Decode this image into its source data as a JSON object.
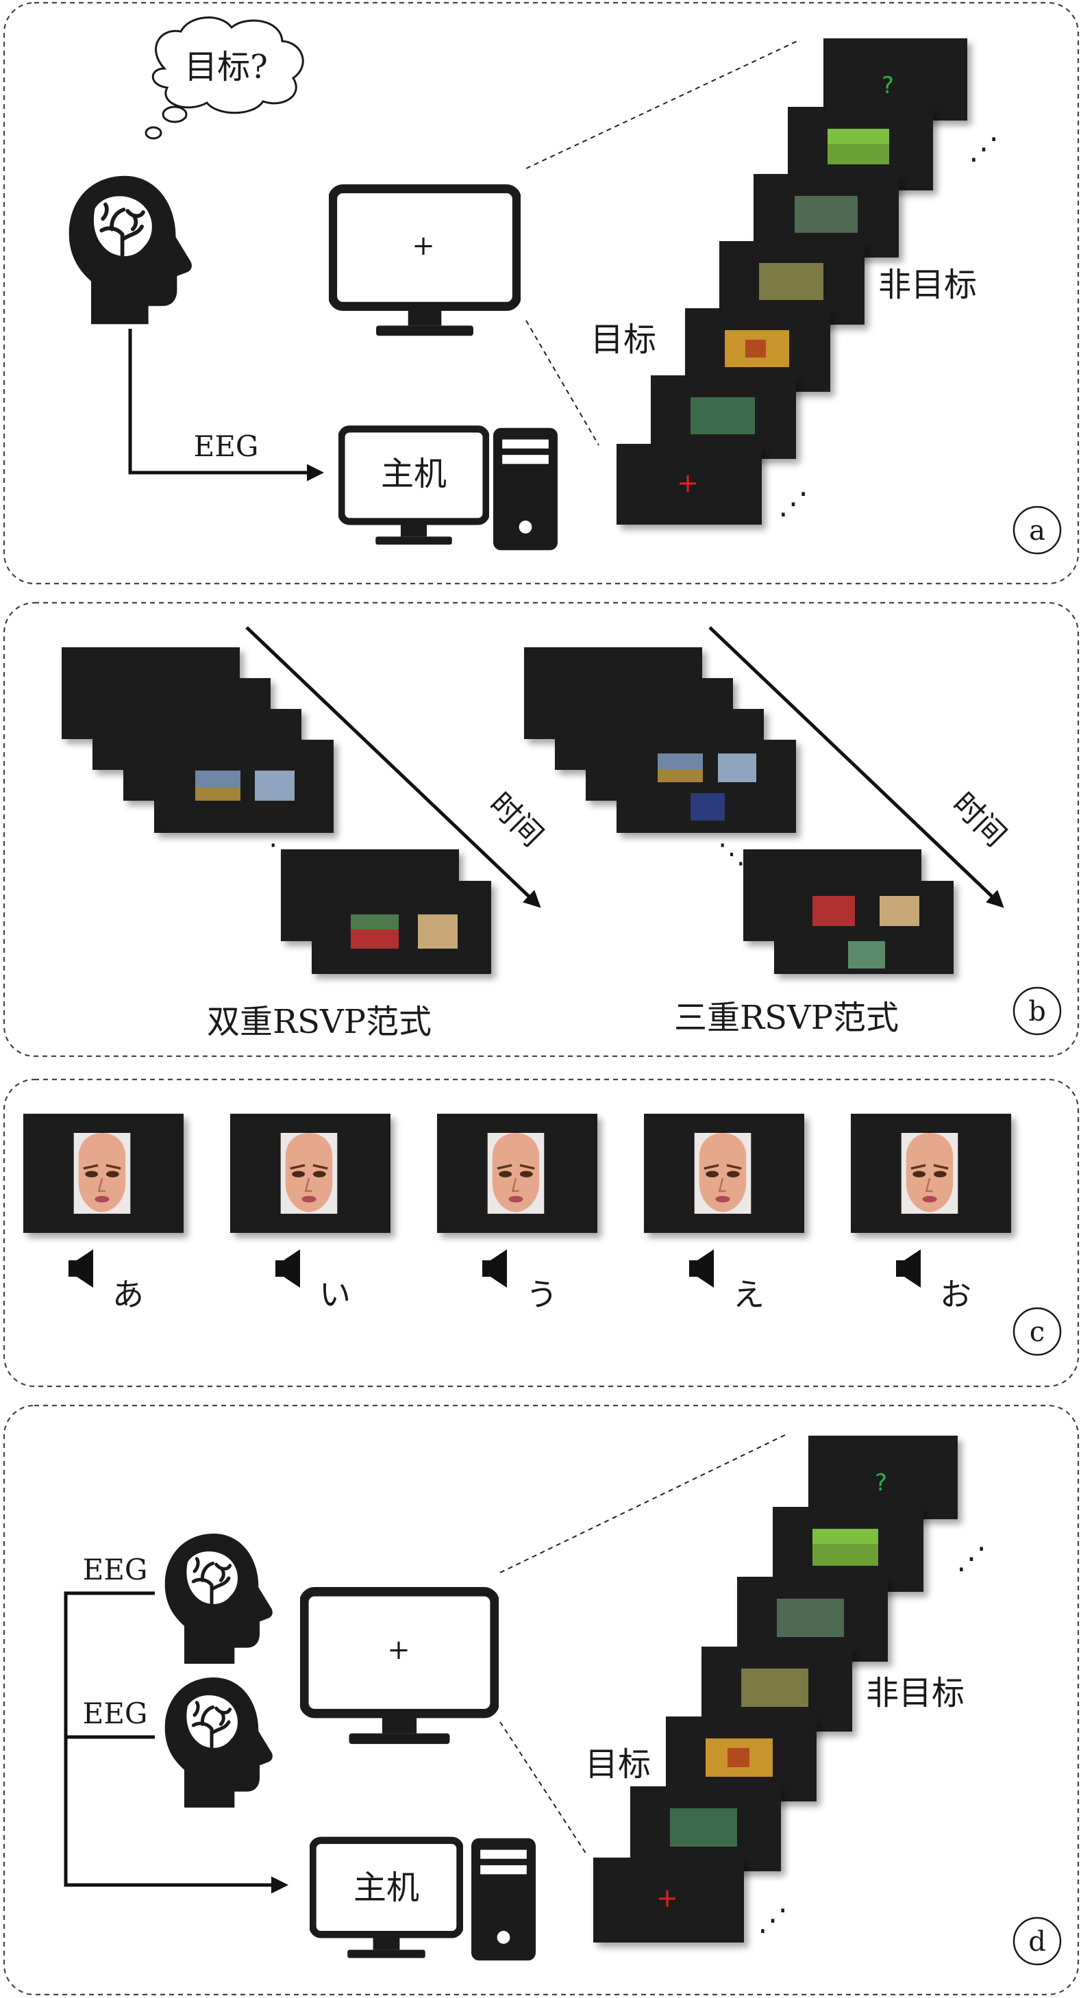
{
  "panel_a": {
    "thought": "目标?",
    "eeg": "EEG",
    "host": "主机",
    "target": "目标",
    "nontarget": "非目标",
    "question": "?",
    "plus_monitor": "+",
    "plus_red": "+",
    "tag": "a"
  },
  "panel_b": {
    "time1": "时间",
    "time2": "时间",
    "dual": "双重RSVP范式",
    "triple": "三重RSVP范式",
    "tag": "b"
  },
  "panel_c": {
    "vowels": [
      "あ",
      "い",
      "う",
      "え",
      "お"
    ],
    "tag": "c"
  },
  "panel_d": {
    "eeg1": "EEG",
    "eeg2": "EEG",
    "host": "主机",
    "target": "目标",
    "nontarget": "非目标",
    "question": "?",
    "plus_monitor": "+",
    "plus_red": "+",
    "tag": "d"
  },
  "colors": {
    "question_green": "#2ab04a",
    "fixation_red": "#e0201c",
    "frame_black": "#1e1e1e"
  }
}
